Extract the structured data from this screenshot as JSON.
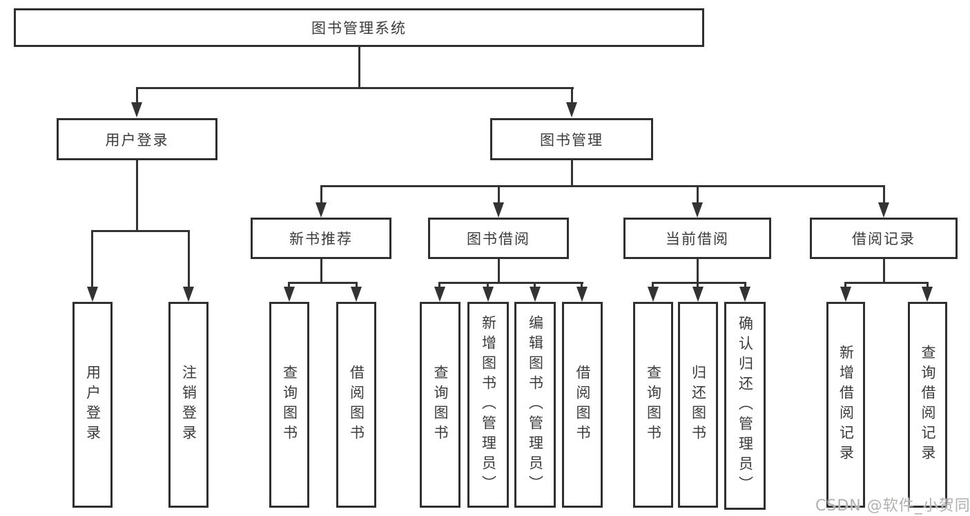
{
  "colors": {
    "line": "#333333",
    "border": "#2f2f2f",
    "text": "#3b3b3b",
    "background": "#ffffff",
    "watermark": "#b2afae"
  },
  "nodes": {
    "root": {
      "label": "图书管理系统"
    },
    "l2": [
      {
        "label": "用户登录"
      },
      {
        "label": "图书管理"
      }
    ],
    "l3": [
      {
        "label": "新书推荐"
      },
      {
        "label": "图书借阅"
      },
      {
        "label": "当前借阅"
      },
      {
        "label": "借阅记录"
      }
    ],
    "leaves": [
      {
        "label": "用户登录"
      },
      {
        "label": "注销登录"
      },
      {
        "label": "查询图书"
      },
      {
        "label": "借阅图书"
      },
      {
        "label": "查询图书"
      },
      {
        "label": "新增图书（管理员）"
      },
      {
        "label": "编辑图书（管理员）"
      },
      {
        "label": "借阅图书"
      },
      {
        "label": "查询图书"
      },
      {
        "label": "归还图书"
      },
      {
        "label": "确认归还（管理员）"
      },
      {
        "label": "新增借阅记录"
      },
      {
        "label": "查询借阅记录"
      }
    ]
  },
  "watermark": "CSDN @软件_小贺同学"
}
